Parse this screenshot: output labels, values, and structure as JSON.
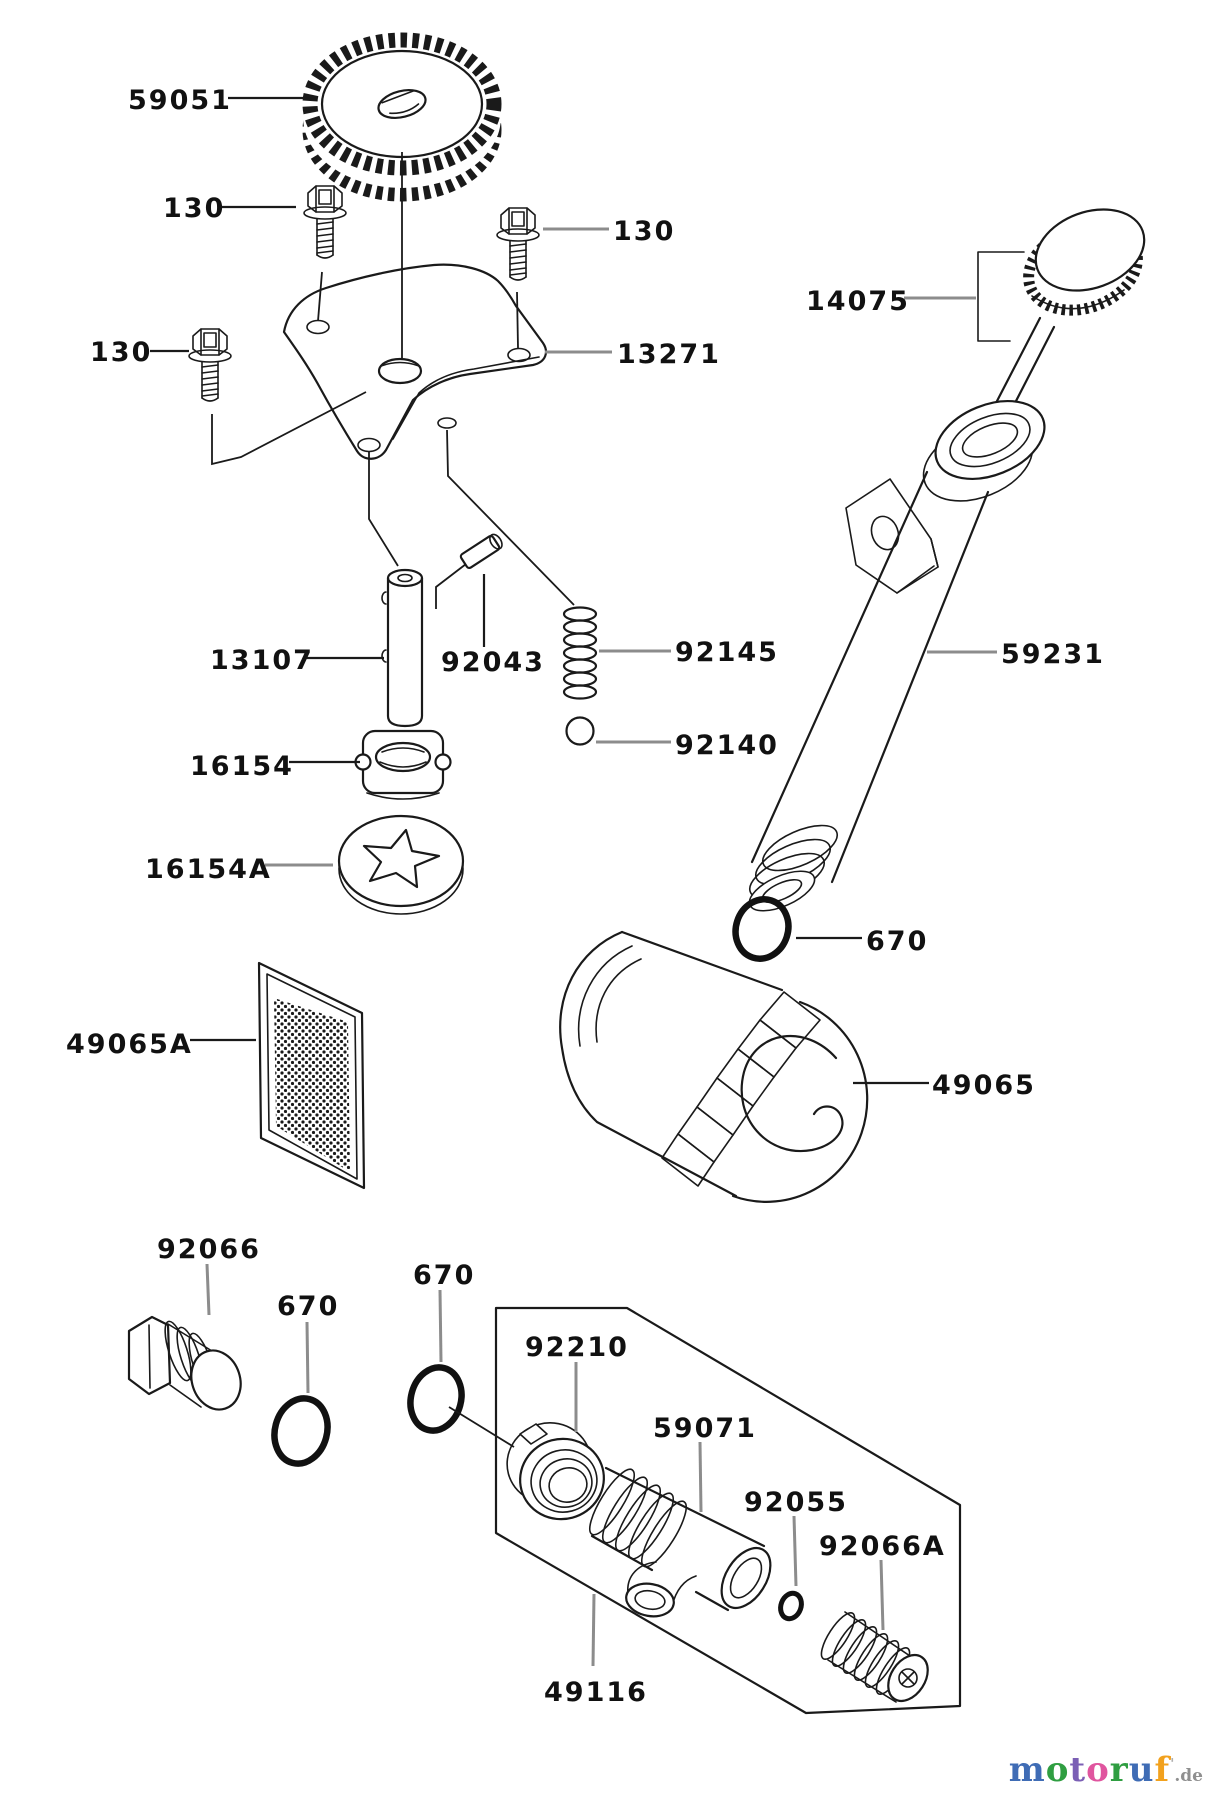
{
  "canvas": {
    "background": "#ffffff",
    "line_color": "#1a1a1a",
    "leader_gray": "#8c8c8c"
  },
  "parts": {
    "gear": {
      "label": "59051"
    },
    "bolt_top": {
      "label": "130"
    },
    "bolt_right": {
      "label": "130"
    },
    "bolt_left": {
      "label": "130"
    },
    "plate": {
      "label": "13271"
    },
    "cap": {
      "label": "14075"
    },
    "shaft": {
      "label": "13107"
    },
    "pin": {
      "label": "92043"
    },
    "spring": {
      "label": "92145"
    },
    "ball": {
      "label": "92140"
    },
    "rotor_inner": {
      "label": "16154"
    },
    "rotor_outer": {
      "label": "16154A"
    },
    "screen": {
      "label": "49065A"
    },
    "tube": {
      "label": "59231"
    },
    "oring_tube": {
      "label": "670"
    },
    "filter": {
      "label": "49065"
    },
    "plug": {
      "label": "92066"
    },
    "oring_mid": {
      "label": "670"
    },
    "oring_right": {
      "label": "670"
    },
    "nut": {
      "label": "92210"
    },
    "fitting": {
      "label": "59071"
    },
    "oring_small": {
      "label": "92055"
    },
    "plug_small": {
      "label": "92066A"
    },
    "kit_box": {
      "label": "49116"
    }
  },
  "logo": {
    "letters": [
      {
        "ch": "m",
        "color": "#3f6cb5"
      },
      {
        "ch": "o",
        "color": "#2f9e41"
      },
      {
        "ch": "t",
        "color": "#7b5fb5"
      },
      {
        "ch": "o",
        "color": "#e0559f"
      },
      {
        "ch": "r",
        "color": "#2f9e41"
      },
      {
        "ch": "u",
        "color": "#3f6cb5"
      },
      {
        "ch": "f",
        "color": "#f2a11d"
      }
    ],
    "mark": "'",
    "mark_color": "#b0b0b0",
    "suffix": ".de",
    "suffix_color": "#8f8f8f"
  }
}
